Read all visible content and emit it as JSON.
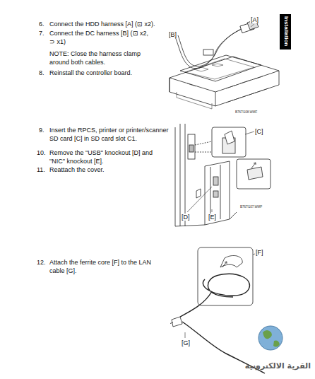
{
  "diagram": {
    "labels": [
      "Installation",
      "6.",
      "Connect the HDD harness [A] (⊡ x2).",
      "7.",
      "Connect the DC harness [B] (⊡ x2, ⊃ x1)",
      "NOTE: Close the harness clamp around both cables.",
      "8.",
      "Reinstall the controller board.",
      "9.",
      "Insert the RPCS, printer or printer/scanner SD card [C] in SD card slot C1.",
      "10.",
      "Remove the \"USB\" knockout [D] and \"NIC\" knockout [E].",
      "11.",
      "Reattach the cover.",
      "12.",
      "Attach the ferrite core [F] to the LAN cable [G].",
      "[A]",
      "[B]",
      "B767I108.WMF",
      "[C]",
      "[D]",
      "[E]",
      "B767I107.WMF",
      "[F]",
      "[G]",
      "القرية الالكترونية"
    ]
  }
}
